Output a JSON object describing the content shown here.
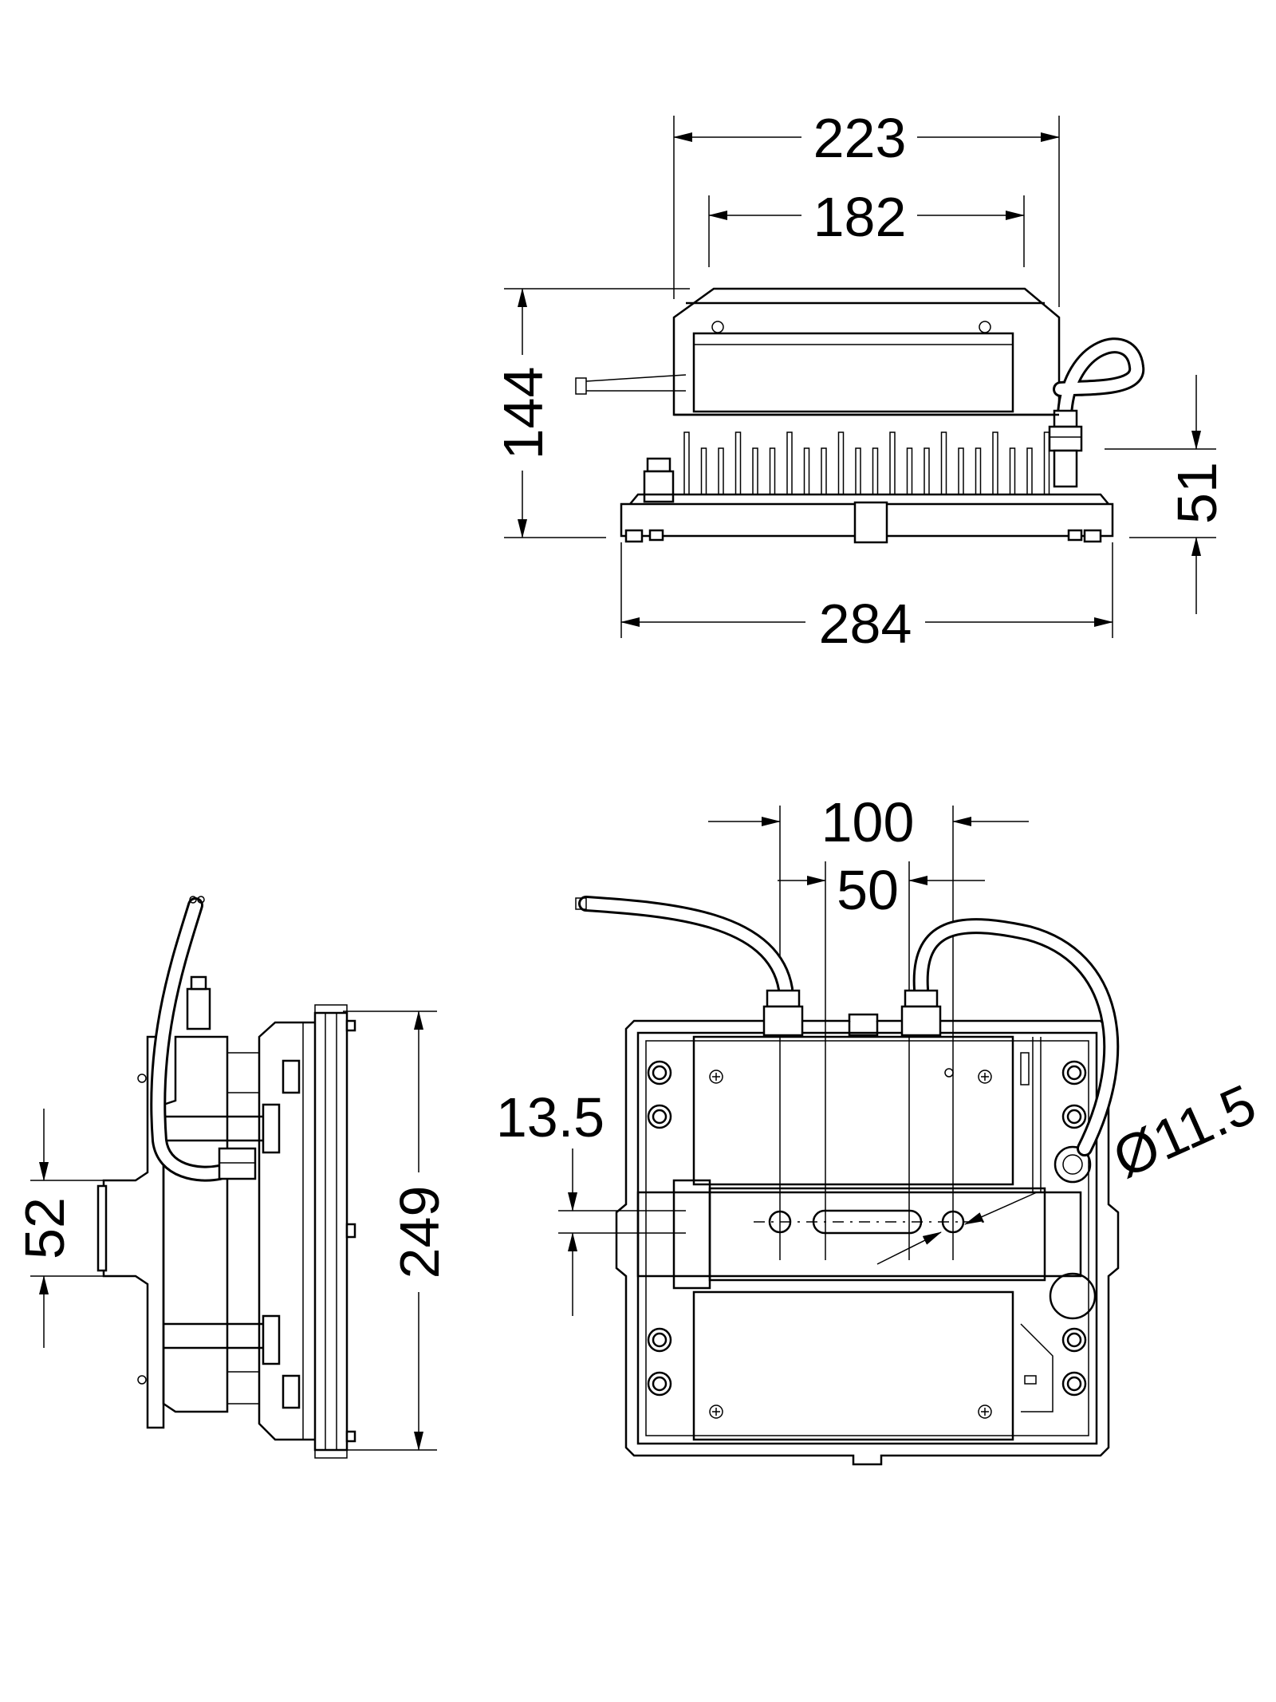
{
  "views": {
    "front": {
      "width_outer": "223",
      "width_inner": "182",
      "height_total": "144",
      "height_base": "51",
      "width_base": "284"
    },
    "bottom": {
      "bracket_span": "100",
      "slot_length": "50",
      "hole_offset": "13.5",
      "hole_diameter": "Ø11.5"
    },
    "side": {
      "depth": "52",
      "height": "249"
    }
  },
  "colors": {
    "line": "#000000",
    "background": "#ffffff"
  }
}
